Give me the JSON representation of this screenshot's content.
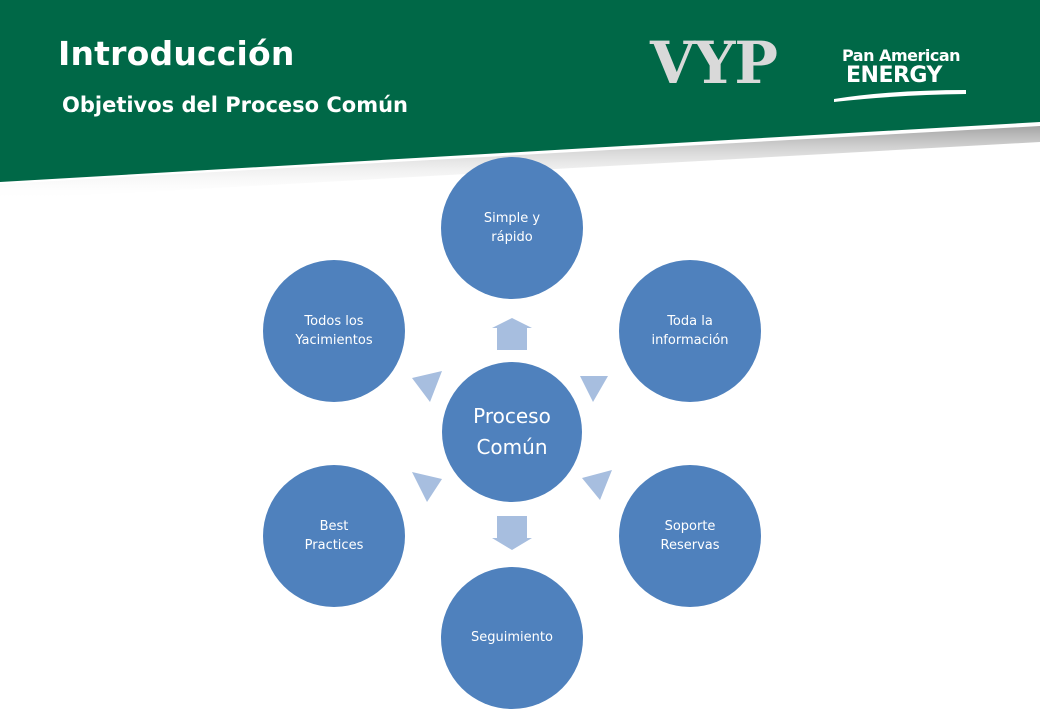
{
  "header": {
    "title": "Introducción",
    "subtitle": "Objetivos del Proceso Común",
    "logos": {
      "vyp": "VYP",
      "pan_american_line1": "Pan American",
      "pan_american_line2": "ENERGY"
    }
  },
  "diagram": {
    "center": {
      "line1": "Proceso",
      "line2": "Común"
    },
    "nodes": [
      {
        "line1": "Simple y",
        "line2": "rápido"
      },
      {
        "line1": "Toda la",
        "line2": "información"
      },
      {
        "line1": "Soporte",
        "line2": "Reservas"
      },
      {
        "line1": "Seguimiento",
        "line2": ""
      },
      {
        "line1": "Best",
        "line2": "Practices"
      },
      {
        "line1": "Todos los",
        "line2": "Yacimientos"
      }
    ]
  },
  "colors": {
    "header_green": "#006847",
    "node_blue": "#4f81bd",
    "arrow_blue": "#a7bedf"
  }
}
